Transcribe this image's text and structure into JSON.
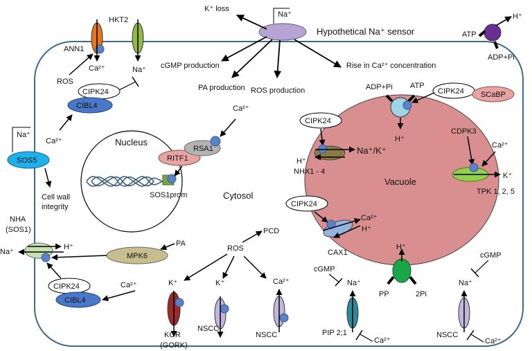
{
  "labels": {
    "k_loss": "K⁺ loss",
    "na_sensor_input": "Na⁺",
    "sensor": "Hypothetical Na⁺ sensor",
    "atp_pump_h": "H⁺",
    "atp_pump_atp": "ATP",
    "atp_pump_adp": "ADP+Pi",
    "hkt2": "HKT2",
    "ann1": "ANN1",
    "ann1_ca": "Ca²⁺",
    "hkt2_na": "Na⁺",
    "ros_top": "ROS",
    "cgmp_production": "cGMP production",
    "pa_production": "PA production",
    "ros_production": "ROS production",
    "ca_rise": "Rise in Ca²⁺ concentration",
    "cipk24_top": "CIPK24",
    "cibl4_top": "CIBL4",
    "ca_left": "Ca²⁺",
    "sos5_na": "Na⁺",
    "sos5": "SOS5",
    "cell_wall": "Cell wall integrity",
    "cell_wall_l1": "Cell wall",
    "cell_wall_l2": "integrity",
    "nucleus": "Nucleus",
    "ritf1": "RITF1",
    "rsa1": "RSA1",
    "rsa1_ca": "Ca²⁺",
    "sos1prom": "SOS1prom",
    "cytosol": "Cytosol",
    "nha_l1": "NHA",
    "nha_l2": "(SOS1)",
    "nha_na": "Na⁺",
    "nha_h": "H⁺",
    "mpk6": "MPK6",
    "pa": "PA",
    "ros_mid": "ROS",
    "pcd": "PCD",
    "cipk24_bottom": "CIPK24",
    "cibl4_bottom": "CIBL4",
    "ca_bottom_left": "Ca²⁺",
    "kor_k": "K⁺",
    "kor_l1": "KOR",
    "kor_l2": "(GORK)",
    "nscc1_k": "K⁺",
    "nscc1": "NSCC",
    "nscc2_ca": "Ca²⁺",
    "nscc2": "NSCC",
    "cgmp_pip": "cGMP",
    "pip_na": "Na⁺",
    "pip": "PIP 2;1",
    "pip_ca": "Ca²⁺",
    "cgmp_right": "cGMP",
    "nscc3_na": "Na⁺",
    "nscc3": "NSCC",
    "nscc3_ca": "Ca²⁺",
    "vac_adp": "ADP+Pi",
    "vac_atp": "ATP",
    "vac_h_top": "H⁺",
    "cipk24_vac": "CIPK24",
    "scabp": "SCaBP",
    "cipk24_nhx": "CIPK24",
    "nhx_h": "H⁺",
    "nhx_nak": "Na⁺/K⁺",
    "nhx": "NHX1 - 4",
    "vacuole": "Vacuole",
    "cdpk3": "CDPK3",
    "tpk_ca": "Ca²⁺",
    "tpk_k": "K⁺",
    "tpk": "TPK 1, 2, 5",
    "cipk24_cax": "CIPK24",
    "cax_ca": "Ca²⁺",
    "cax_h": "H⁺",
    "cax1": "CAX1",
    "pp_h": "H⁺",
    "pp": "PP",
    "pp_2pi": "2Pi"
  },
  "colors": {
    "membrane": "#3e6a8e",
    "vacuole": "#d98f8f",
    "ann1": "#e8741c",
    "hkt2": "#93b84a",
    "sensor": "#b7a3d6",
    "atp_pump": "#6a2d91",
    "sos5": "#1fb0ec",
    "cibl4": "#4a78c8",
    "ritf1": "#e8a3a3",
    "rsa1": "#b3b3b3",
    "mpk6": "#c8bd8e",
    "nha": "#c7e0b1",
    "kor": "#9b2a2a",
    "nscc": "#c3b6dc",
    "pip": "#2b8a9a",
    "vac_atpase": "#9fd3e6",
    "scabp": "#e8a3a3",
    "nhx": "#8a7a46",
    "tpk": "#92cf4c",
    "cax1": "#93b5dd",
    "pp": "#1ca64a",
    "phospho": "#5b82c8"
  }
}
